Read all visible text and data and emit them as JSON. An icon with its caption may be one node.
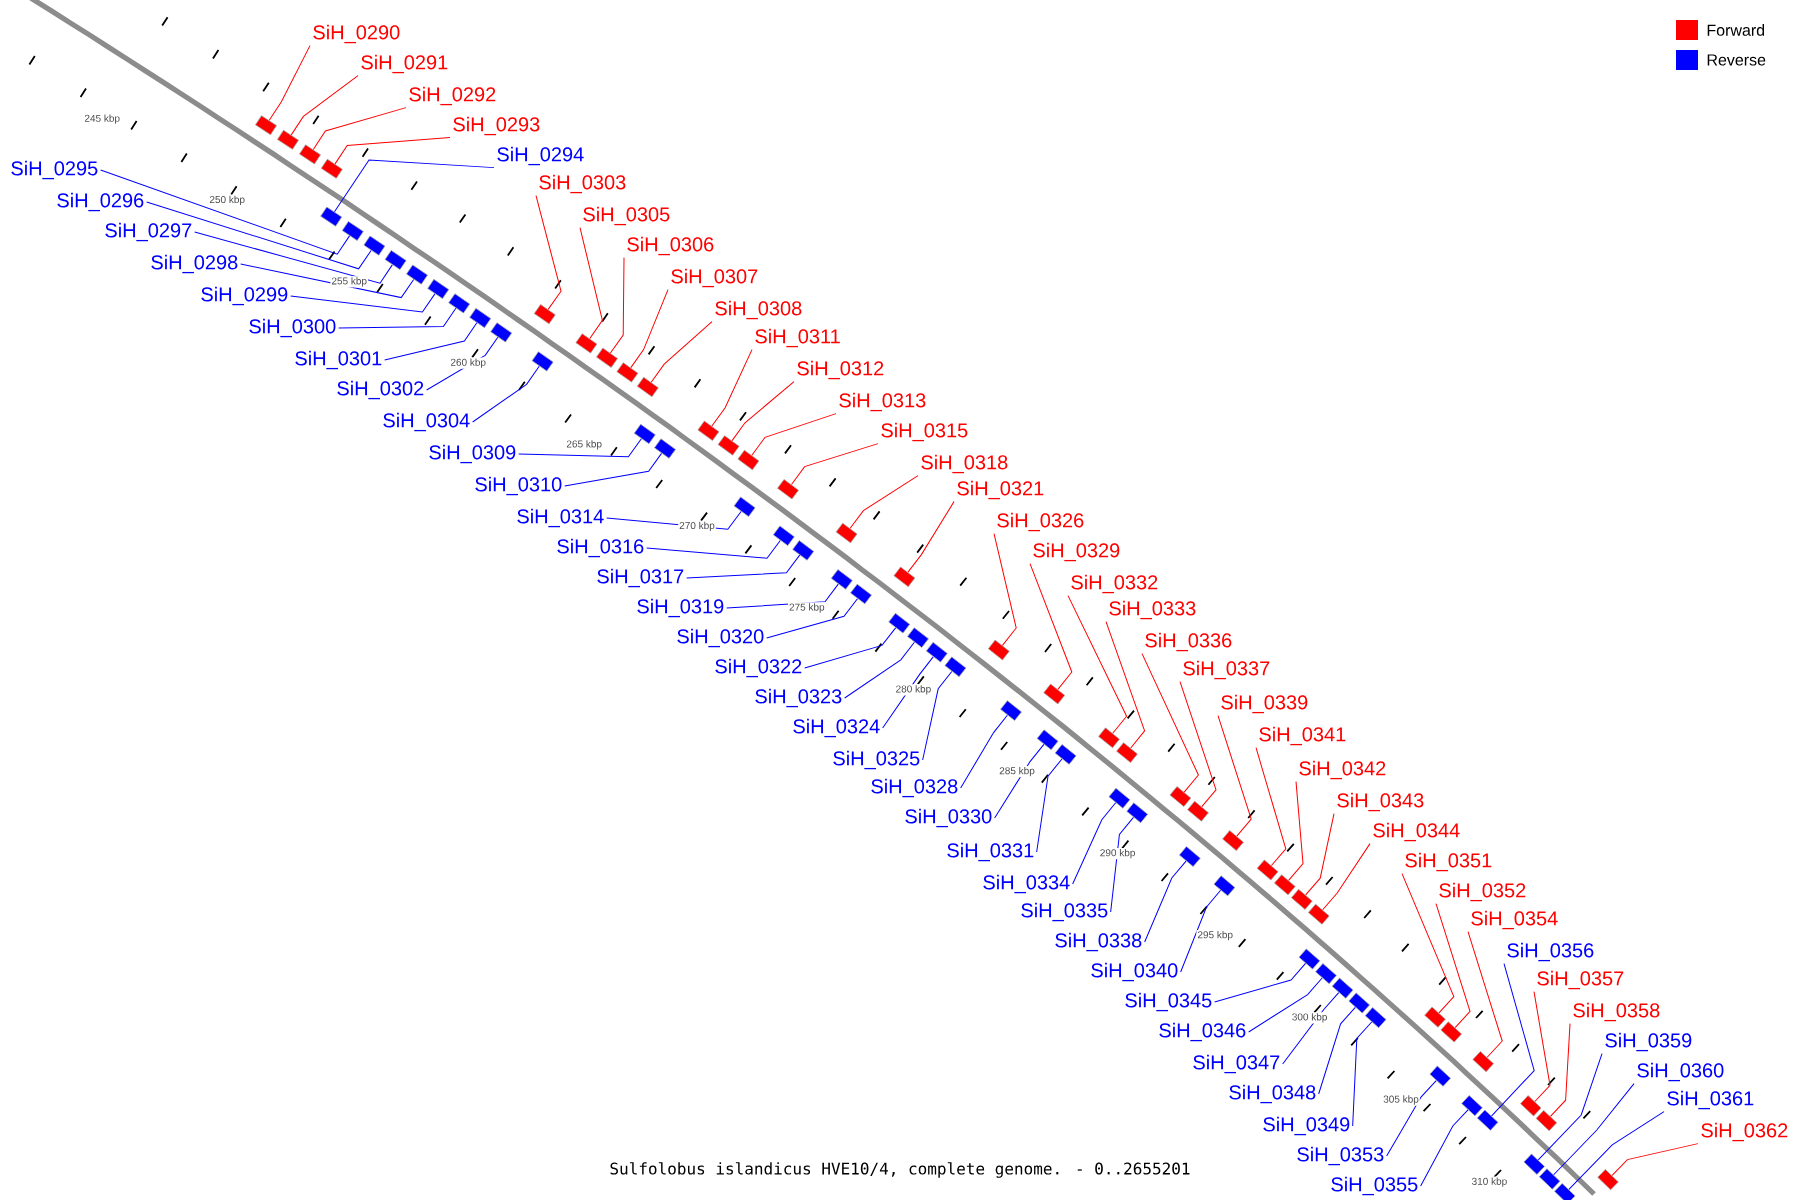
{
  "diagram": {
    "caption": "Sulfolobus islandicus HVE10/4, complete genome. - 0..2655201",
    "nodes": [
      {
        "text": [
          "SiH_0290"
        ]
      },
      {
        "text": [
          "SiH_0291"
        ]
      },
      {
        "text": [
          "SiH_0292"
        ]
      },
      {
        "text": [
          "SiH_0293"
        ]
      },
      {
        "text": [
          "SiH_0294"
        ]
      },
      {
        "text": [
          "SiH_0303"
        ]
      },
      {
        "text": [
          "SiH_0305"
        ]
      },
      {
        "text": [
          "SiH_0306"
        ]
      },
      {
        "text": [
          "SiH_0307"
        ]
      },
      {
        "text": [
          "SiH_0308"
        ]
      },
      {
        "text": [
          "SiH_0311"
        ]
      },
      {
        "text": [
          "SiH_0312"
        ]
      },
      {
        "text": [
          "SiH_0313"
        ]
      },
      {
        "text": [
          "SiH_0315"
        ]
      },
      {
        "text": [
          "SiH_0318"
        ]
      },
      {
        "text": [
          "SiH_0321"
        ]
      },
      {
        "text": [
          "SiH_0326"
        ]
      },
      {
        "text": [
          "SiH_0329"
        ]
      },
      {
        "text": [
          "SiH_0332"
        ]
      },
      {
        "text": [
          "SiH_0333"
        ]
      },
      {
        "text": [
          "SiH_0336"
        ]
      },
      {
        "text": [
          "SiH_0337"
        ]
      },
      {
        "text": [
          "SiH_0339"
        ]
      },
      {
        "text": [
          "SiH_0341"
        ]
      },
      {
        "text": [
          "SiH_0342"
        ]
      },
      {
        "text": [
          "SiH_0343"
        ]
      },
      {
        "text": [
          "SiH_0344"
        ]
      },
      {
        "text": [
          "SiH_0351"
        ]
      },
      {
        "text": [
          "SiH_0352"
        ]
      },
      {
        "text": [
          "SiH_0354"
        ]
      },
      {
        "text": [
          "SiH_0356"
        ]
      },
      {
        "text": [
          "SiH_0357"
        ]
      },
      {
        "text": [
          "SiH_0358"
        ]
      },
      {
        "text": [
          "SiH_0359"
        ]
      },
      {
        "text": [
          "SiH_0360"
        ]
      },
      {
        "text": [
          "SiH_0361"
        ]
      },
      {
        "text": [
          "SiH_0362"
        ]
      },
      {
        "text": [
          "SiH_0295"
        ]
      },
      {
        "text": [
          "SiH_0296"
        ]
      },
      {
        "text": [
          "SiH_0297"
        ]
      },
      {
        "text": [
          "SiH_0298"
        ]
      },
      {
        "text": [
          "SiH_0299"
        ]
      },
      {
        "text": [
          "SiH_0300"
        ]
      },
      {
        "text": [
          "SiH_0301"
        ]
      },
      {
        "text": [
          "SiH_0302"
        ]
      },
      {
        "text": [
          "SiH_0304"
        ]
      },
      {
        "text": [
          "SiH_0309"
        ]
      },
      {
        "text": [
          "SiH_0310"
        ]
      },
      {
        "text": [
          "SiH_0314"
        ]
      },
      {
        "text": [
          "SiH_0316"
        ]
      },
      {
        "text": [
          "SiH_0317"
        ]
      },
      {
        "text": [
          "SiH_0319"
        ]
      },
      {
        "text": [
          "SiH_0320"
        ]
      },
      {
        "text": [
          "SiH_0322"
        ]
      },
      {
        "text": [
          "SiH_0323"
        ]
      },
      {
        "text": [
          "SiH_0324"
        ]
      },
      {
        "text": [
          "SiH_0325"
        ]
      },
      {
        "text": [
          "SiH_0328"
        ]
      },
      {
        "text": [
          "SiH_0330"
        ]
      },
      {
        "text": [
          "SiH_0331"
        ]
      },
      {
        "text": [
          "SiH_0334"
        ]
      },
      {
        "text": [
          "SiH_0335"
        ]
      },
      {
        "text": [
          "SiH_0338"
        ]
      },
      {
        "text": [
          "SiH_0340"
        ]
      },
      {
        "text": [
          "SiH_0345"
        ]
      },
      {
        "text": [
          "SiH_0346"
        ]
      },
      {
        "text": [
          "SiH_0347"
        ]
      },
      {
        "text": [
          "SiH_0348"
        ]
      },
      {
        "text": [
          "SiH_0349"
        ]
      },
      {
        "text": [
          "SiH_0353"
        ]
      },
      {
        "text": [
          "SiH_0355"
        ]
      },
      {
        "text": [],
        "shape": "box"
      },
      {
        "text": [],
        "shape": "box"
      },
      {
        "text": [],
        "shape": "box"
      },
      {
        "text": [],
        "shape": "box"
      },
      {
        "text": [],
        "shape": "box"
      },
      {
        "text": [],
        "shape": "box"
      },
      {
        "text": [],
        "shape": "box"
      },
      {
        "text": [],
        "shape": "box"
      },
      {
        "text": [],
        "shape": "box"
      },
      {
        "text": [],
        "shape": "box"
      },
      {
        "text": [],
        "shape": "box"
      },
      {
        "text": [],
        "shape": "box"
      },
      {
        "text": [],
        "shape": "box"
      },
      {
        "text": [],
        "shape": "box"
      },
      {
        "text": [],
        "shape": "box"
      },
      {
        "text": [],
        "shape": "box"
      },
      {
        "text": [],
        "shape": "box"
      },
      {
        "text": [],
        "shape": "box"
      },
      {
        "text": [],
        "shape": "box"
      },
      {
        "text": [],
        "shape": "box"
      },
      {
        "text": [],
        "shape": "box"
      },
      {
        "text": [],
        "shape": "box"
      },
      {
        "text": [],
        "shape": "box"
      },
      {
        "text": [],
        "shape": "box"
      },
      {
        "text": [],
        "shape": "box"
      },
      {
        "text": [],
        "shape": "box"
      },
      {
        "text": [],
        "shape": "box"
      },
      {
        "text": [],
        "shape": "box"
      },
      {
        "text": [],
        "shape": "box"
      },
      {
        "text": [],
        "shape": "box"
      },
      {
        "text": [],
        "shape": "box"
      },
      {
        "text": [],
        "shape": "box"
      },
      {
        "text": [],
        "shape": "box"
      },
      {
        "text": [],
        "shape": "box"
      },
      {
        "text": [],
        "shape": "box"
      },
      {
        "text": [],
        "shape": "box"
      },
      {
        "text": [],
        "shape": "box"
      },
      {
        "text": [],
        "shape": "box"
      },
      {
        "text": [],
        "shape": "box"
      },
      {
        "text": [],
        "shape": "box"
      },
      {
        "text": [],
        "shape": "box"
      },
      {
        "text": [],
        "shape": "box"
      },
      {
        "text": [],
        "shape": "box"
      },
      {
        "text": [],
        "shape": "box"
      },
      {
        "text": [],
        "shape": "box"
      },
      {
        "text": [],
        "shape": "box"
      },
      {
        "text": [],
        "shape": "box"
      },
      {
        "text": [],
        "shape": "box"
      },
      {
        "text": [],
        "shape": "box"
      },
      {
        "text": [],
        "shape": "box"
      },
      {
        "text": [],
        "shape": "box"
      },
      {
        "text": [],
        "shape": "box"
      },
      {
        "text": [],
        "shape": "box"
      },
      {
        "text": [],
        "shape": "box"
      },
      {
        "text": [],
        "shape": "box"
      },
      {
        "text": [],
        "shape": "box"
      },
      {
        "text": [],
        "shape": "box"
      },
      {
        "text": [],
        "shape": "box"
      },
      {
        "text": [],
        "shape": "box"
      },
      {
        "text": [],
        "shape": "box"
      },
      {
        "text": [],
        "shape": "box"
      },
      {
        "text": [],
        "shape": "box"
      },
      {
        "text": [],
        "shape": "box"
      },
      {
        "text": [],
        "shape": "box"
      },
      {
        "text": [],
        "shape": "box"
      },
      {
        "text": [],
        "shape": "box"
      },
      {
        "text": [],
        "shape": "box"
      },
      {
        "text": [],
        "shape": "box"
      },
      {
        "text": [],
        "shape": "box"
      },
      {
        "text": [],
        "shape": "box"
      },
      {
        "text": [],
        "shape": "box"
      }
    ],
    "edges": [
      {
        "from": 0,
        "to": 71,
        "arrow": "none",
        "color": "#ff0000"
      },
      {
        "from": 1,
        "to": 72,
        "arrow": "none",
        "color": "#ff0000"
      },
      {
        "from": 2,
        "to": 73,
        "arrow": "none",
        "color": "#ff0000"
      },
      {
        "from": 3,
        "to": 74,
        "arrow": "none",
        "color": "#ff0000"
      },
      {
        "from": 4,
        "to": 75,
        "arrow": "none",
        "color": "#0000ff"
      },
      {
        "from": 5,
        "to": 84,
        "arrow": "none",
        "color": "#ff0000"
      },
      {
        "from": 6,
        "to": 86,
        "arrow": "none",
        "color": "#ff0000"
      },
      {
        "from": 7,
        "to": 87,
        "arrow": "none",
        "color": "#ff0000"
      },
      {
        "from": 8,
        "to": 88,
        "arrow": "none",
        "color": "#ff0000"
      },
      {
        "from": 9,
        "to": 89,
        "arrow": "none",
        "color": "#ff0000"
      },
      {
        "from": 10,
        "to": 92,
        "arrow": "none",
        "color": "#ff0000"
      },
      {
        "from": 11,
        "to": 93,
        "arrow": "none",
        "color": "#ff0000"
      },
      {
        "from": 12,
        "to": 94,
        "arrow": "none",
        "color": "#ff0000"
      },
      {
        "from": 13,
        "to": 96,
        "arrow": "none",
        "color": "#ff0000"
      },
      {
        "from": 14,
        "to": 99,
        "arrow": "none",
        "color": "#ff0000"
      },
      {
        "from": 15,
        "to": 102,
        "arrow": "none",
        "color": "#ff0000"
      },
      {
        "from": 16,
        "to": 107,
        "arrow": "none",
        "color": "#ff0000"
      },
      {
        "from": 17,
        "to": 109,
        "arrow": "none",
        "color": "#ff0000"
      },
      {
        "from": 18,
        "to": 112,
        "arrow": "none",
        "color": "#ff0000"
      },
      {
        "from": 19,
        "to": 113,
        "arrow": "none",
        "color": "#ff0000"
      },
      {
        "from": 20,
        "to": 116,
        "arrow": "none",
        "color": "#ff0000"
      },
      {
        "from": 21,
        "to": 117,
        "arrow": "none",
        "color": "#ff0000"
      },
      {
        "from": 22,
        "to": 119,
        "arrow": "none",
        "color": "#ff0000"
      },
      {
        "from": 23,
        "to": 121,
        "arrow": "none",
        "color": "#ff0000"
      },
      {
        "from": 24,
        "to": 122,
        "arrow": "none",
        "color": "#ff0000"
      },
      {
        "from": 25,
        "to": 123,
        "arrow": "none",
        "color": "#ff0000"
      },
      {
        "from": 26,
        "to": 124,
        "arrow": "none",
        "color": "#ff0000"
      },
      {
        "from": 27,
        "to": 130,
        "arrow": "none",
        "color": "#ff0000"
      },
      {
        "from": 28,
        "to": 131,
        "arrow": "none",
        "color": "#ff0000"
      },
      {
        "from": 29,
        "to": 133,
        "arrow": "none",
        "color": "#ff0000"
      },
      {
        "from": 30,
        "to": 135,
        "arrow": "none",
        "color": "#0000ff"
      },
      {
        "from": 31,
        "to": 136,
        "arrow": "none",
        "color": "#ff0000"
      },
      {
        "from": 32,
        "to": 137,
        "arrow": "none",
        "color": "#ff0000"
      },
      {
        "from": 33,
        "to": 138,
        "arrow": "none",
        "color": "#0000ff"
      },
      {
        "from": 34,
        "to": 139,
        "arrow": "none",
        "color": "#0000ff"
      },
      {
        "from": 35,
        "to": 140,
        "arrow": "none",
        "color": "#0000ff"
      },
      {
        "from": 36,
        "to": 141,
        "arrow": "none",
        "color": "#ff0000"
      },
      {
        "from": 37,
        "to": 76,
        "arrow": "none",
        "color": "#0000ff"
      },
      {
        "from": 38,
        "to": 77,
        "arrow": "none",
        "color": "#0000ff"
      },
      {
        "from": 39,
        "to": 78,
        "arrow": "none",
        "color": "#0000ff"
      },
      {
        "from": 40,
        "to": 79,
        "arrow": "none",
        "color": "#0000ff"
      },
      {
        "from": 41,
        "to": 80,
        "arrow": "none",
        "color": "#0000ff"
      },
      {
        "from": 42,
        "to": 81,
        "arrow": "none",
        "color": "#0000ff"
      },
      {
        "from": 43,
        "to": 82,
        "arrow": "none",
        "color": "#0000ff"
      },
      {
        "from": 44,
        "to": 83,
        "arrow": "none",
        "color": "#0000ff"
      },
      {
        "from": 45,
        "to": 85,
        "arrow": "none",
        "color": "#0000ff"
      },
      {
        "from": 46,
        "to": 90,
        "arrow": "none",
        "color": "#0000ff"
      },
      {
        "from": 47,
        "to": 91,
        "arrow": "none",
        "color": "#0000ff"
      },
      {
        "from": 48,
        "to": 95,
        "arrow": "none",
        "color": "#0000ff"
      },
      {
        "from": 49,
        "to": 97,
        "arrow": "none",
        "color": "#0000ff"
      },
      {
        "from": 50,
        "to": 98,
        "arrow": "none",
        "color": "#0000ff"
      },
      {
        "from": 51,
        "to": 100,
        "arrow": "none",
        "color": "#0000ff"
      },
      {
        "from": 52,
        "to": 101,
        "arrow": "none",
        "color": "#0000ff"
      },
      {
        "from": 53,
        "to": 103,
        "arrow": "none",
        "color": "#0000ff"
      },
      {
        "from": 54,
        "to": 104,
        "arrow": "none",
        "color": "#0000ff"
      },
      {
        "from": 55,
        "to": 105,
        "arrow": "none",
        "color": "#0000ff"
      },
      {
        "from": 56,
        "to": 106,
        "arrow": "none",
        "color": "#0000ff"
      },
      {
        "from": 57,
        "to": 108,
        "arrow": "none",
        "color": "#0000ff"
      },
      {
        "from": 58,
        "to": 110,
        "arrow": "none",
        "color": "#0000ff"
      },
      {
        "from": 59,
        "to": 111,
        "arrow": "none",
        "color": "#0000ff"
      },
      {
        "from": 60,
        "to": 114,
        "arrow": "none",
        "color": "#0000ff"
      },
      {
        "from": 61,
        "to": 115,
        "arrow": "none",
        "color": "#0000ff"
      },
      {
        "from": 62,
        "to": 118,
        "arrow": "none",
        "color": "#0000ff"
      },
      {
        "from": 63,
        "to": 120,
        "arrow": "none",
        "color": "#0000ff"
      },
      {
        "from": 64,
        "to": 125,
        "arrow": "none",
        "color": "#0000ff"
      },
      {
        "from": 65,
        "to": 126,
        "arrow": "none",
        "color": "#0000ff"
      },
      {
        "from": 66,
        "to": 127,
        "arrow": "none",
        "color": "#0000ff"
      },
      {
        "from": 67,
        "to": 128,
        "arrow": "none",
        "color": "#0000ff"
      },
      {
        "from": 68,
        "to": 129,
        "arrow": "none",
        "color": "#0000ff"
      },
      {
        "from": 69,
        "to": 132,
        "arrow": "none",
        "color": "#0000ff"
      },
      {
        "from": 70,
        "to": 134,
        "arrow": "none",
        "color": "#0000ff"
      }
    ],
    "labels": [
      "245 kbp",
      "250 kbp",
      "255 kbp",
      "260 kbp",
      "265 kbp",
      "270 kbp",
      "275 kbp",
      "280 kbp",
      "285 kbp",
      "290 kbp",
      "295 kbp",
      "300 kbp",
      "305 kbp",
      "310 kbp"
    ],
    "legend": [
      {
        "text": "Forward",
        "color": "#ff0000"
      },
      {
        "text": "Reverse",
        "color": "#0000ff"
      }
    ]
  }
}
